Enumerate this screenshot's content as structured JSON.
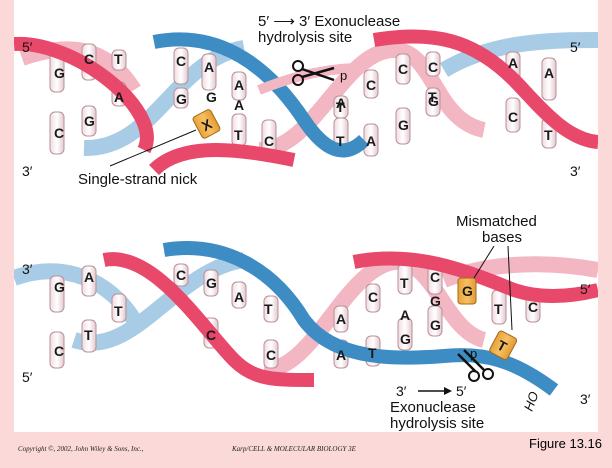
{
  "top": {
    "title_line1": "5′ ⟶ 3′ Exonuclease",
    "title_line2": "hydrolysis site",
    "label_5_left": "5′",
    "label_5_right": "5′",
    "label_3_left": "3′",
    "label_3_right": "3′",
    "nick_label": "Single-strand nick",
    "phosphate": "p",
    "mismatch_base": "X",
    "bases_top": [
      "G",
      "C",
      "T",
      "A",
      "C",
      "G",
      "A",
      "A",
      "C",
      "T",
      "C",
      "C",
      "A",
      "G",
      "A"
    ],
    "bases_bottom": [
      "C",
      "G",
      "A",
      "G",
      "T",
      "C",
      "A",
      "T",
      "A",
      "G",
      "T",
      "C",
      "T"
    ]
  },
  "bottom": {
    "mismatch_line1": "Mismatched",
    "mismatch_line2": "bases",
    "label_3_left": "3′",
    "label_5_right": "5′",
    "label_5_left": "5′",
    "label_3_right": "3′",
    "bottom_3": "3′",
    "bottom_5": "5′",
    "exo_line1": "Exonuclease",
    "exo_line2": "hydrolysis site",
    "phosphate": "p",
    "ho_label": "HO",
    "mismatch_g": "G",
    "mismatch_t": "T",
    "bases_top": [
      "G",
      "A",
      "C",
      "G",
      "A",
      "T",
      "C",
      "T",
      "A",
      "C",
      "G",
      "T",
      "C"
    ],
    "bases_bottom": [
      "C",
      "T",
      "T",
      "C",
      "C",
      "A",
      "T",
      "G",
      "A",
      "G"
    ]
  },
  "footer": {
    "copyright": "Copyright ©, 2002, John Wiley & Sons, Inc.,",
    "book": "Karp/CELL & MOLECULAR BIOLOGY 3E",
    "figure": "Figure 13.16"
  }
}
